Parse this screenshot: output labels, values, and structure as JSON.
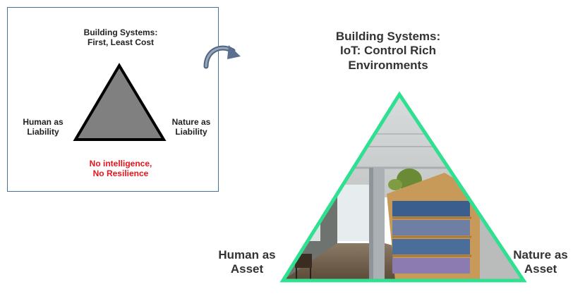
{
  "left_diagram": {
    "top_label": [
      "Building Systems:",
      "First, Least Cost"
    ],
    "left_label": [
      "Human as",
      "Liability"
    ],
    "right_label": [
      "Nature as",
      "Liability"
    ],
    "bottom_label": [
      "No intelligence,",
      "No Resilience"
    ],
    "triangle_fill": "#808080",
    "label_color": "#222222",
    "bottom_label_color": "#e8141b"
  },
  "transition": {
    "icon": "curved-arrow-icon"
  },
  "right_diagram": {
    "top_label": [
      "Building Systems:",
      "IoT: Control Rich",
      "Environments"
    ],
    "left_label": [
      "Human as",
      "Asset"
    ],
    "right_label": [
      "Nature as",
      "Asset"
    ],
    "triangle_border": "#2ee08f",
    "content": "office-library-interior-photo"
  }
}
